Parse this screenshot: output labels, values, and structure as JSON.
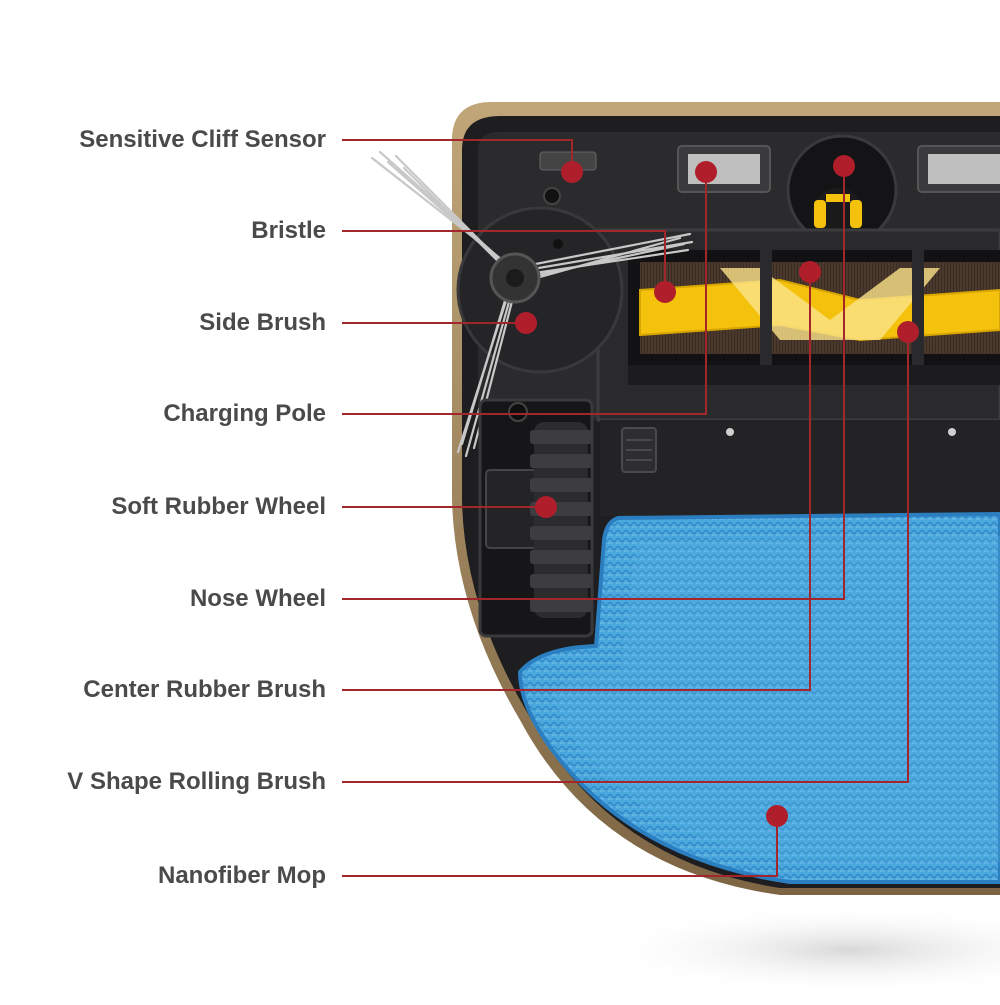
{
  "diagram": {
    "colors": {
      "leader_line": "#a3262c",
      "marker": "#b01e2b",
      "label_text": "#4a4a4a",
      "robot_body": "#1e1e20",
      "robot_trim": "#a48a62",
      "mop": "#3d9ed8",
      "brush_yellow": "#f4c20d"
    },
    "callouts": [
      {
        "id": "sensitive-cliff-sensor",
        "label": "Sensitive Cliff Sensor"
      },
      {
        "id": "bristle",
        "label": "Bristle"
      },
      {
        "id": "side-brush",
        "label": "Side Brush"
      },
      {
        "id": "charging-pole",
        "label": "Charging Pole"
      },
      {
        "id": "soft-rubber-wheel",
        "label": "Soft Rubber Wheel"
      },
      {
        "id": "nose-wheel",
        "label": "Nose Wheel"
      },
      {
        "id": "center-rubber-brush",
        "label": "Center Rubber Brush"
      },
      {
        "id": "v-shape-rolling-brush",
        "label": "V Shape Rolling Brush"
      },
      {
        "id": "nanofiber-mop",
        "label": "Nanofiber Mop"
      }
    ]
  }
}
